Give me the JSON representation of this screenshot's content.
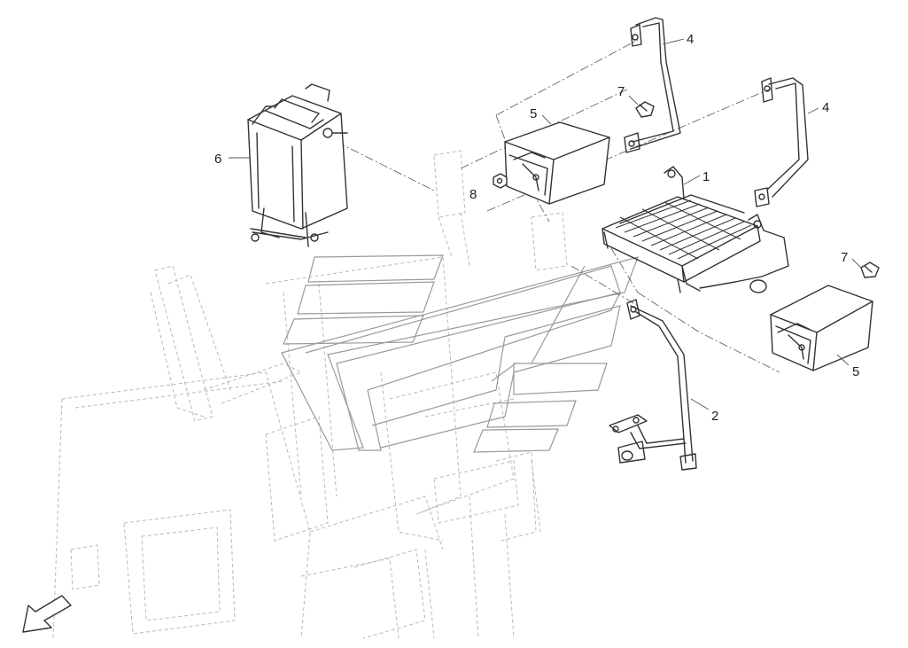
{
  "callouts": {
    "c1": "1",
    "c2": "2",
    "c4a": "4",
    "c4b": "4",
    "c5a": "5",
    "c5b": "5",
    "c6": "6",
    "c7a": "7",
    "c7b": "7",
    "c8": "8"
  },
  "colors": {
    "line": "#333333",
    "ghost": "#b9b9b9",
    "background": "#ffffff"
  },
  "icons": {
    "direction": "arrow-down-left-icon"
  }
}
